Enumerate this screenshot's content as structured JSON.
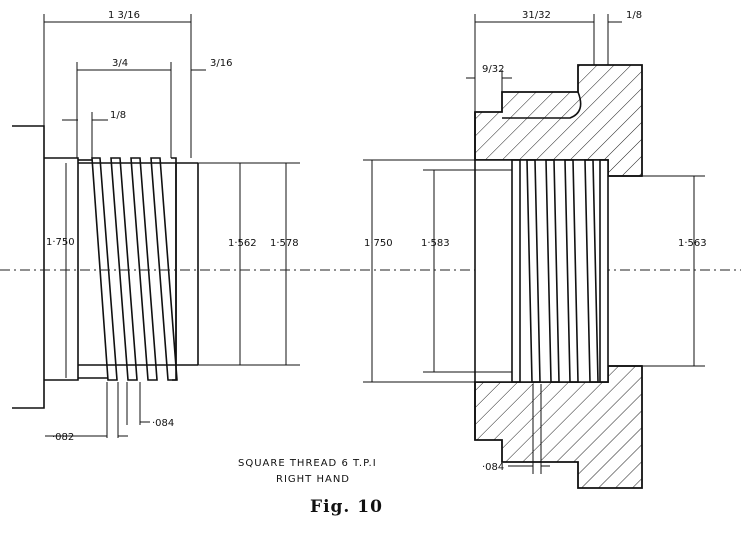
{
  "dimensions": {
    "overall_length": "1 3/16",
    "thread_length": "3/4",
    "end_length": "3/16",
    "thread_pitch_gap": "1/8",
    "bore_depth": "31/32",
    "flange_width": "1/8",
    "recess_width": "9/32",
    "screw_major_dia": "1·750",
    "screw_minor_dia": "1·562",
    "screw_root_dia": "1·578",
    "nut_major_dia": "1·750",
    "nut_thread_dia": "1·583",
    "nut_bore_dia": "1·563",
    "groove_width": "·082",
    "land_width": "·084",
    "nut_land_width": "·084"
  },
  "notes": {
    "line1": "SQUARE THREAD  6 T.P.I",
    "line2": "RIGHT HAND"
  },
  "figure_label": "Fig. 10"
}
